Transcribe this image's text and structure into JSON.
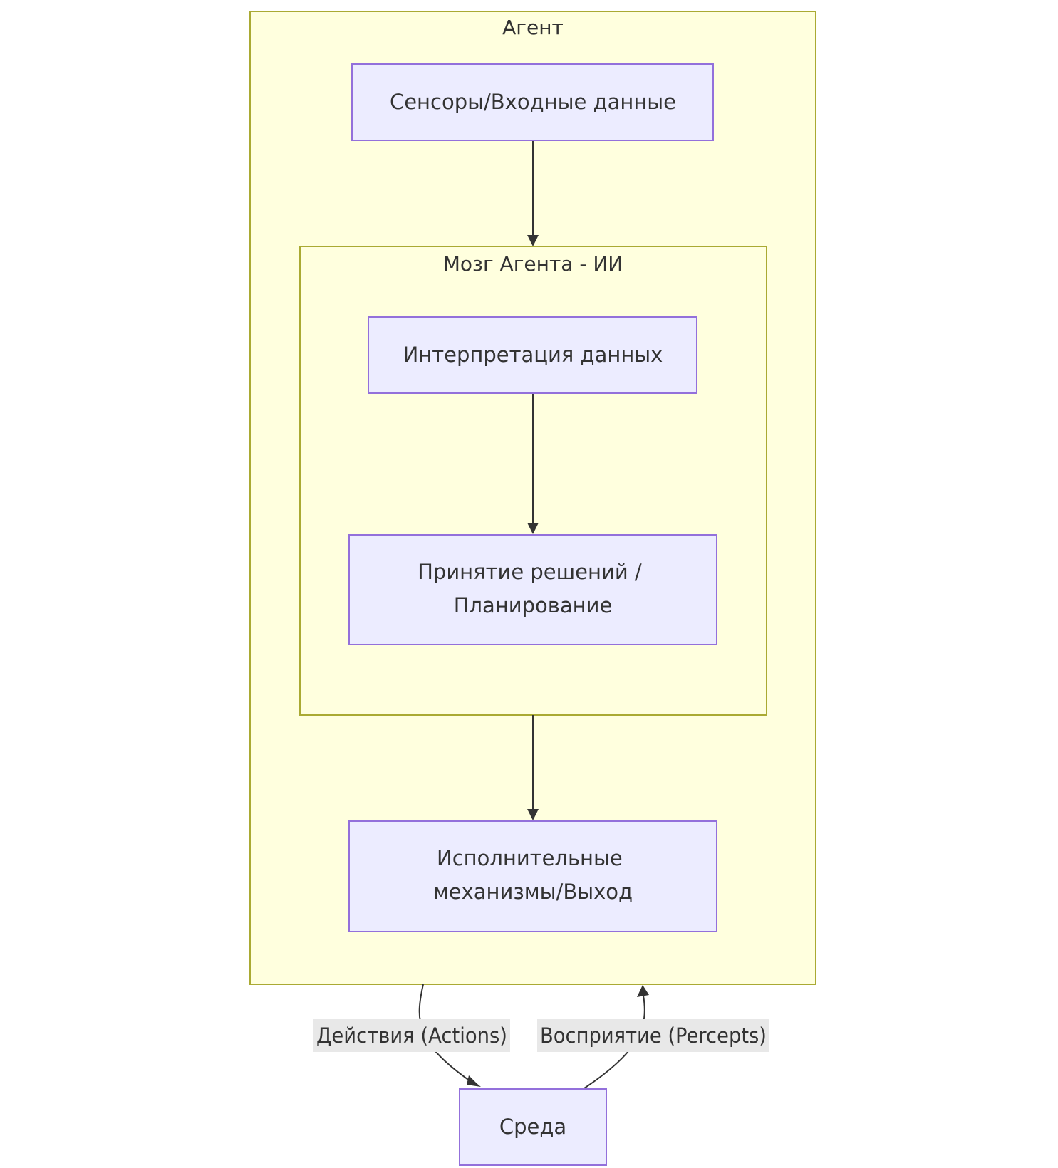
{
  "clusters": {
    "agent": {
      "title": "Агент"
    },
    "brain": {
      "title": "Мозг Агента - ИИ"
    }
  },
  "nodes": {
    "sensors": {
      "lines": [
        "Сенсоры/Входные данные"
      ]
    },
    "interpretation": {
      "lines": [
        "Интерпретация данных"
      ]
    },
    "decision": {
      "lines": [
        "Принятие решений /",
        "Планирование"
      ]
    },
    "actuators": {
      "lines": [
        "Исполнительные",
        "механизмы/Выход"
      ]
    },
    "environment": {
      "lines": [
        "Среда"
      ]
    }
  },
  "edges": {
    "actions": {
      "label": "Действия (Actions)"
    },
    "percepts": {
      "label": "Восприятие (Percepts)"
    }
  },
  "colors": {
    "cluster_fill": "#ffffde",
    "cluster_stroke": "#aaaa33",
    "node_fill": "#ececff",
    "node_stroke": "#9370db",
    "edge": "#333333",
    "edge_label_bg": "#e8e8e8",
    "text": "#333333"
  }
}
